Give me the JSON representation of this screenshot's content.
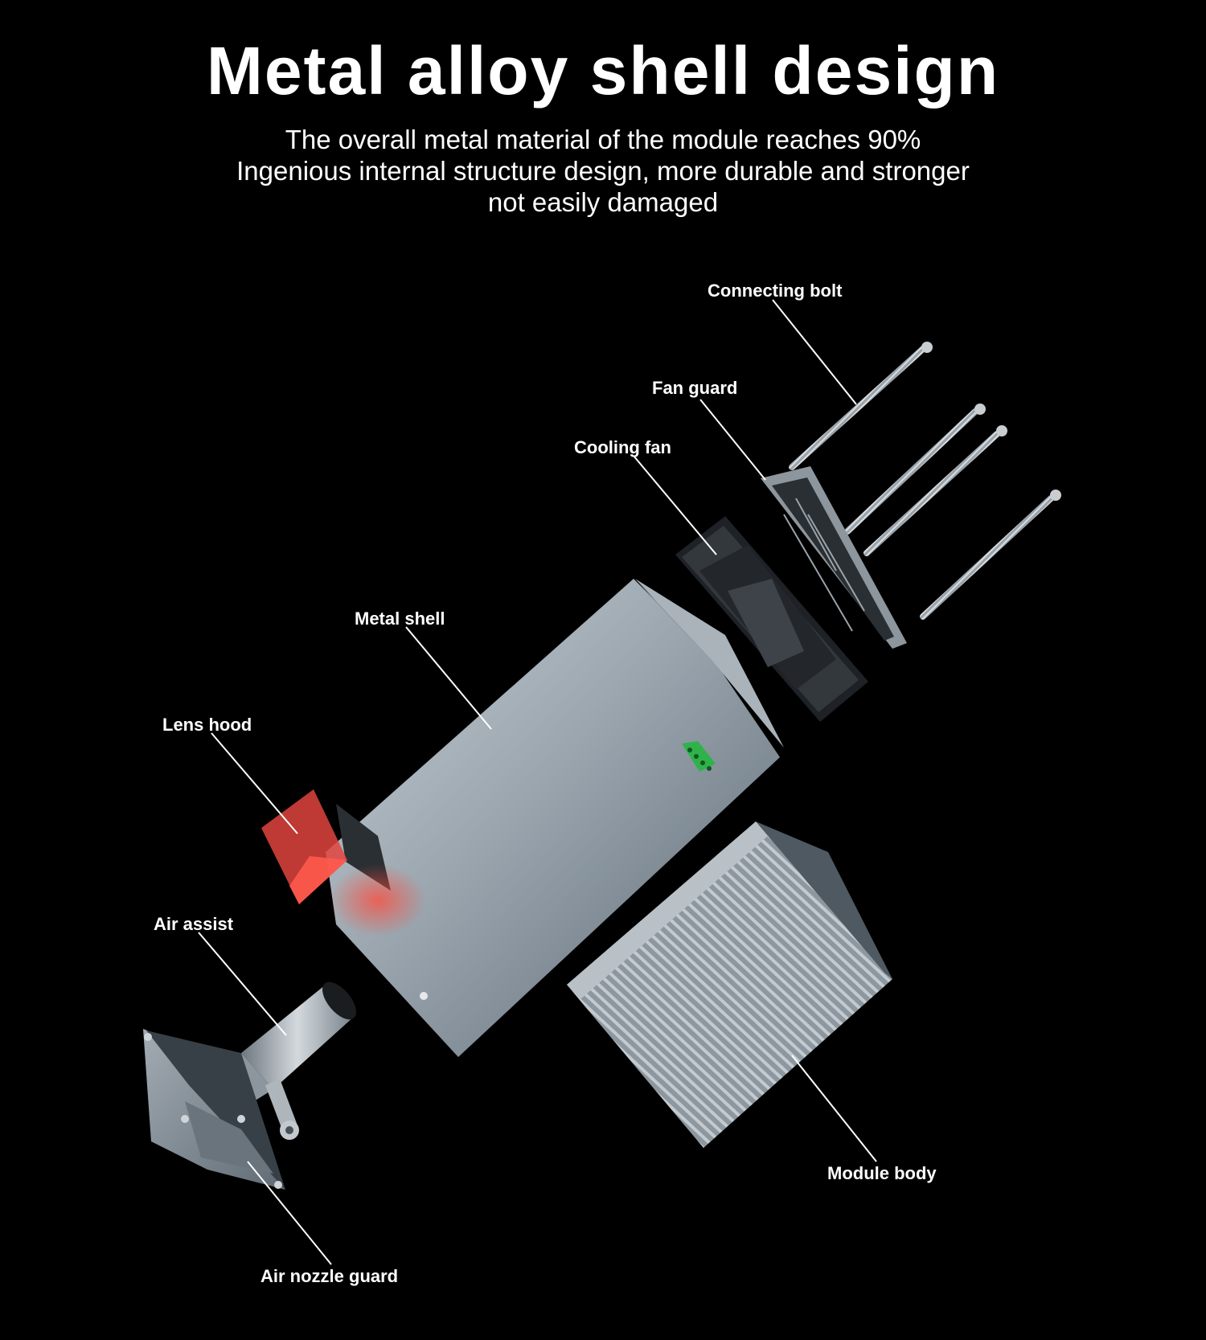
{
  "header": {
    "title": "Metal alloy shell design",
    "lines": [
      "The overall metal material of the module reaches 90%",
      "Ingenious internal structure design, more durable and stronger",
      "not easily damaged"
    ]
  },
  "labels": {
    "connecting_bolt": "Connecting bolt",
    "fan_guard": "Fan guard",
    "cooling_fan": "Cooling fan",
    "metal_shell": "Metal shell",
    "lens_hood": "Lens hood",
    "air_assist": "Air assist",
    "module_body": "Module body",
    "air_nozzle_guard": "Air nozzle guard"
  },
  "colors": {
    "background": "#000000",
    "text": "#ffffff",
    "lens_hood": "#e0443e",
    "connector": "#2fb24a"
  }
}
